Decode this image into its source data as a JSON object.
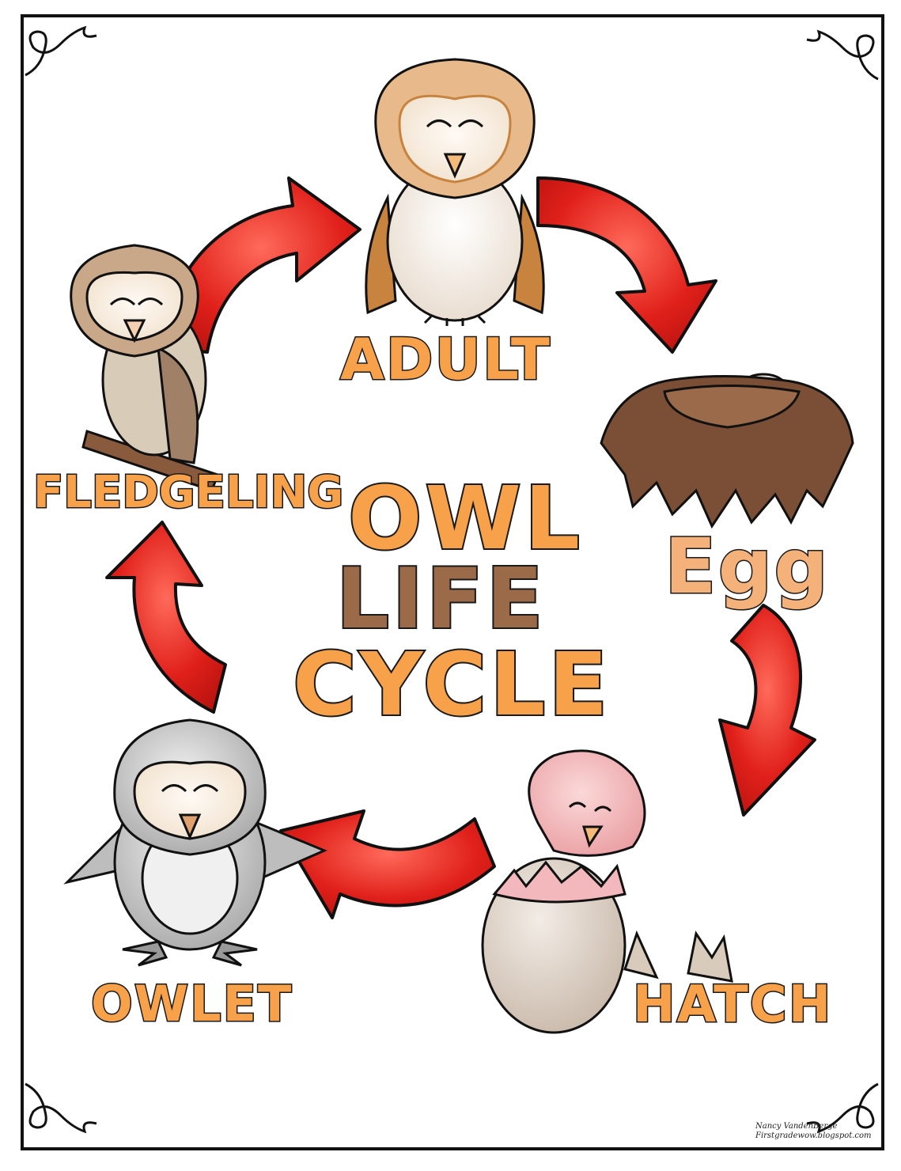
{
  "title": {
    "line1": "OWL",
    "line2": "LIFE",
    "line3": "CYCLE"
  },
  "stages": {
    "adult": "ADULT",
    "egg": "Egg",
    "hatch": "HATCH",
    "owlet": "OWLET",
    "fledgeling": "FLEDGELING"
  },
  "credit": {
    "author": "Nancy VandenBerge",
    "site": "Firstgradewow.blogspot.com"
  },
  "colors": {
    "arrow": "#e0201a",
    "label_orange": "#f7a24a",
    "label_brown": "#9b6a48",
    "outline": "#1a1a1a"
  }
}
